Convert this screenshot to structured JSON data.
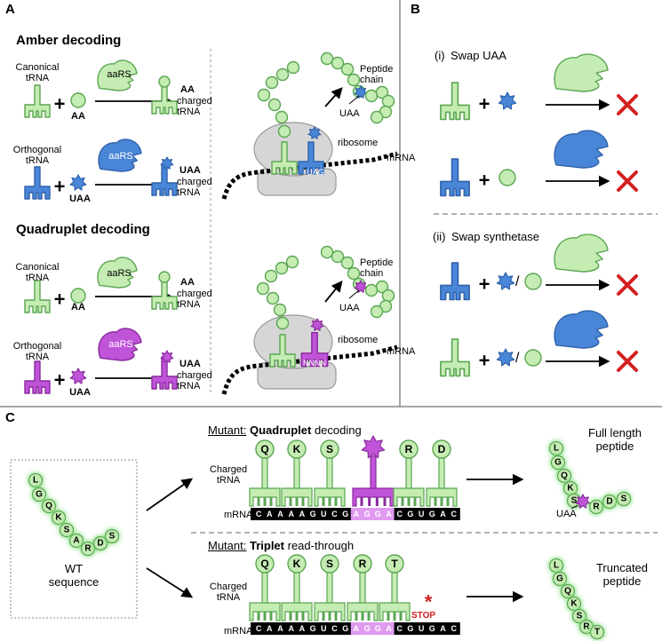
{
  "panels": {
    "a": "A",
    "b": "B",
    "c": "C"
  },
  "amber": {
    "title": "Amber decoding",
    "canonical_trna": "Canonical\ntRNA",
    "orthogonal_trna": "Orthogonal\ntRNA",
    "aars": "aaRS",
    "aa": "AA",
    "uaa": "UAA",
    "aa_product": "AA",
    "uaa_product": "UAA",
    "charged_trna": "charged\ntRNA",
    "peptide_chain": "Peptide\nchain",
    "uaa_label": "UAA",
    "ribosome": "ribosome",
    "mrna": "mRNA",
    "codon": "UAG"
  },
  "quad": {
    "title": "Quadruplet decoding",
    "canonical_trna": "Canonical\ntRNA",
    "orthogonal_trna": "Orthogonal\ntRNA",
    "aars": "aaRS",
    "aa": "AA",
    "uaa": "UAA",
    "aa_product": "AA",
    "uaa_product": "UAA",
    "charged_trna": "charged\ntRNA",
    "peptide_chain": "Peptide\nchain",
    "uaa_label": "UAA",
    "ribosome": "ribosome",
    "mrna": "mRNA",
    "codon": "NNNN"
  },
  "panel_b": {
    "swap_uaa_num": "(i)",
    "swap_uaa": "Swap UAA",
    "swap_synth_num": "(ii)",
    "swap_synth": "Swap synthetase",
    "slash": "/"
  },
  "panel_c": {
    "wt_sequence": "WT\nsequence",
    "wt_letters": [
      "L",
      "G",
      "Q",
      "K",
      "S",
      "A",
      "R",
      "D",
      "S"
    ],
    "mutant": "Mutant:",
    "quadruplet": "Quadruplet",
    "quad_rest": " decoding",
    "triplet": "Triplet",
    "triplet_rest": " read-through",
    "charged_trna": "Charged\ntRNA",
    "mrna": "mRNA",
    "quad_aas": [
      "Q",
      "K",
      "S",
      "",
      "R",
      "D"
    ],
    "trip_aas": [
      "Q",
      "K",
      "S",
      "R",
      "T"
    ],
    "mrna_seq": [
      "C",
      "A",
      "A",
      "A",
      "A",
      "G",
      "U",
      "C",
      "G",
      "A",
      "G",
      "G",
      "A",
      "C",
      "G",
      "U",
      "G",
      "A",
      "C"
    ],
    "stop": "STOP",
    "full_length": "Full length\npeptide",
    "full_letters": [
      "L",
      "G",
      "Q",
      "K",
      "S",
      "R",
      "D",
      "S"
    ],
    "uaa": "UAA",
    "truncated": "Truncated\npeptide",
    "trunc_letters": [
      "L",
      "G",
      "Q",
      "K",
      "S",
      "R",
      "T"
    ]
  },
  "colors": {
    "green_fill": "#c5ecb3",
    "green_stroke": "#5aa652",
    "blue": "#4a86d8",
    "blue_stroke": "#2f62aa",
    "purple": "#c054d8",
    "purple_stroke": "#8a2a9e",
    "ribosome": "#d6d6d6",
    "cross": "#d42020",
    "stop": "#d42020"
  }
}
